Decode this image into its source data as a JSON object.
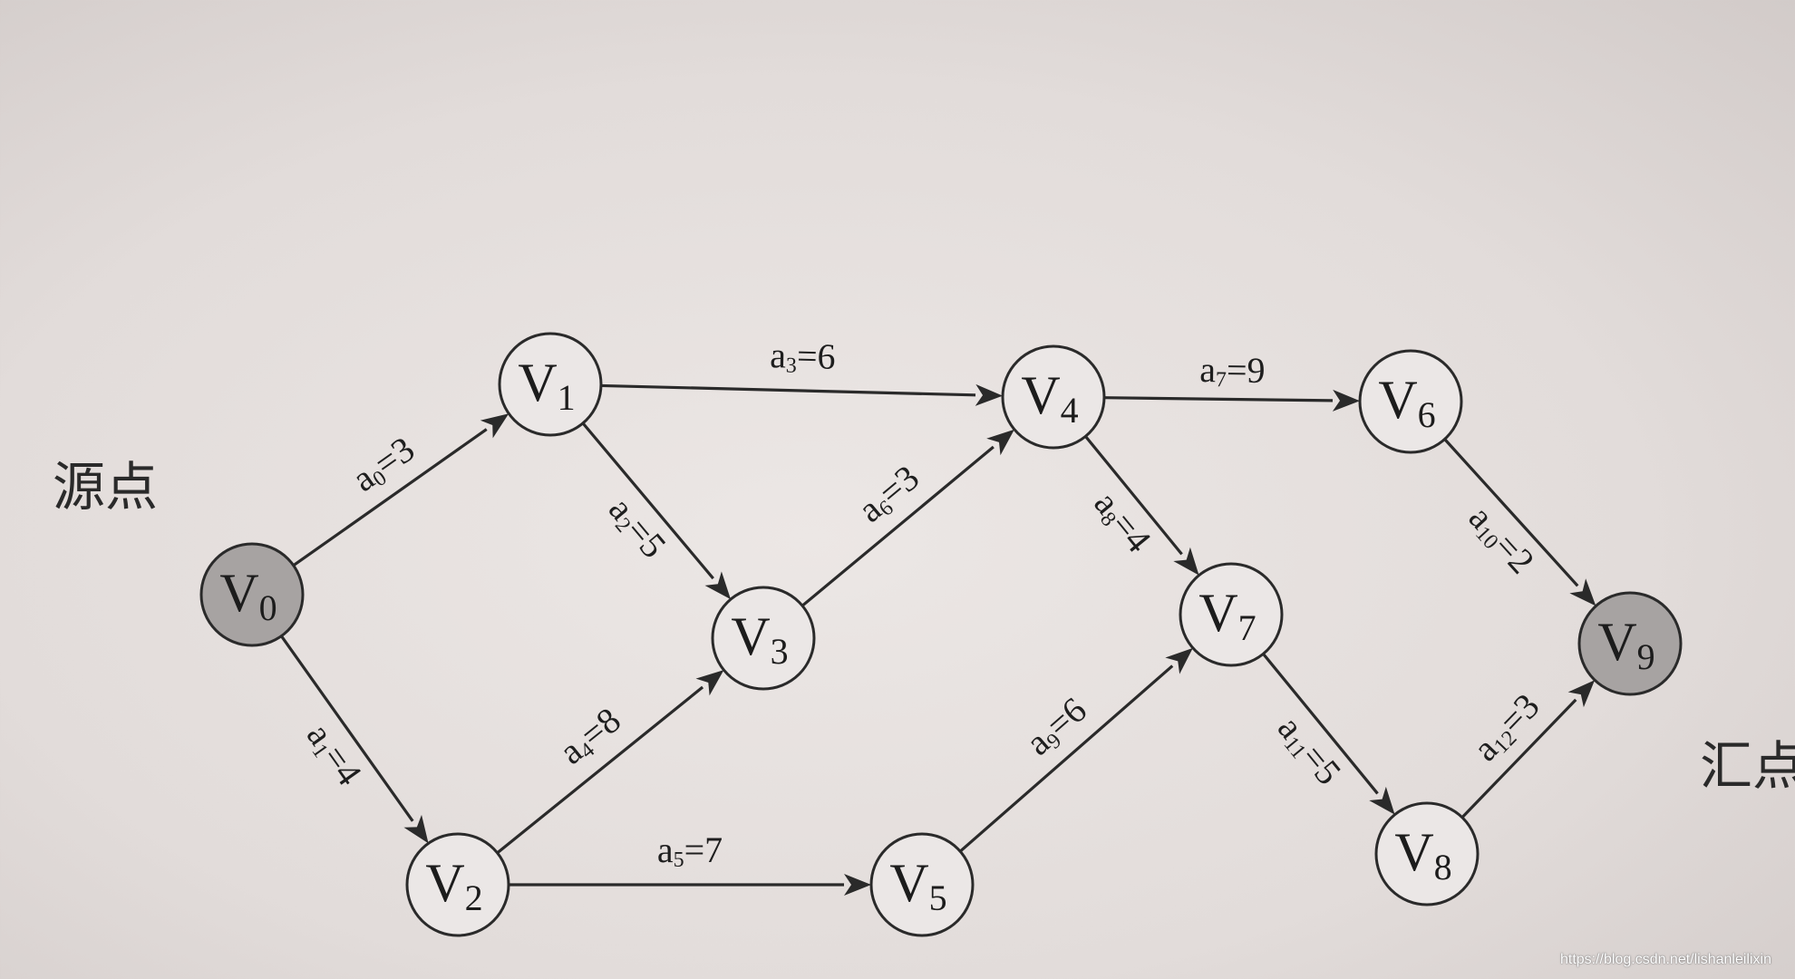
{
  "annotations": {
    "source": "源点",
    "sink": "汇点"
  },
  "watermark": "https://blog.csdn.net/lishanleilixin",
  "graph": {
    "node_letter": "V",
    "nodes": [
      {
        "id": "v0",
        "label": "V",
        "subscript": "0",
        "terminal": true
      },
      {
        "id": "v1",
        "label": "V",
        "subscript": "1",
        "terminal": false
      },
      {
        "id": "v2",
        "label": "V",
        "subscript": "2",
        "terminal": false
      },
      {
        "id": "v3",
        "label": "V",
        "subscript": "3",
        "terminal": false
      },
      {
        "id": "v4",
        "label": "V",
        "subscript": "4",
        "terminal": false
      },
      {
        "id": "v5",
        "label": "V",
        "subscript": "5",
        "terminal": false
      },
      {
        "id": "v6",
        "label": "V",
        "subscript": "6",
        "terminal": false
      },
      {
        "id": "v7",
        "label": "V",
        "subscript": "7",
        "terminal": false
      },
      {
        "id": "v8",
        "label": "V",
        "subscript": "8",
        "terminal": false
      },
      {
        "id": "v9",
        "label": "V",
        "subscript": "9",
        "terminal": true
      }
    ],
    "edges": [
      {
        "id": "a0",
        "from": "v0",
        "to": "v1",
        "name": "a",
        "index": "0",
        "weight": "3"
      },
      {
        "id": "a1",
        "from": "v0",
        "to": "v2",
        "name": "a",
        "index": "1",
        "weight": "4"
      },
      {
        "id": "a2",
        "from": "v1",
        "to": "v3",
        "name": "a",
        "index": "2",
        "weight": "5"
      },
      {
        "id": "a3",
        "from": "v1",
        "to": "v4",
        "name": "a",
        "index": "3",
        "weight": "6"
      },
      {
        "id": "a4",
        "from": "v2",
        "to": "v3",
        "name": "a",
        "index": "4",
        "weight": "8"
      },
      {
        "id": "a5",
        "from": "v2",
        "to": "v5",
        "name": "a",
        "index": "5",
        "weight": "7"
      },
      {
        "id": "a6",
        "from": "v3",
        "to": "v4",
        "name": "a",
        "index": "6",
        "weight": "3"
      },
      {
        "id": "a7",
        "from": "v4",
        "to": "v6",
        "name": "a",
        "index": "7",
        "weight": "9"
      },
      {
        "id": "a8",
        "from": "v4",
        "to": "v7",
        "name": "a",
        "index": "8",
        "weight": "4"
      },
      {
        "id": "a9",
        "from": "v5",
        "to": "v7",
        "name": "a",
        "index": "9",
        "weight": "6"
      },
      {
        "id": "a10",
        "from": "v6",
        "to": "v9",
        "name": "a",
        "index": "10",
        "weight": "2"
      },
      {
        "id": "a11",
        "from": "v7",
        "to": "v8",
        "name": "a",
        "index": "11",
        "weight": "5"
      },
      {
        "id": "a12",
        "from": "v8",
        "to": "v9",
        "name": "a",
        "index": "12",
        "weight": "3"
      }
    ]
  }
}
